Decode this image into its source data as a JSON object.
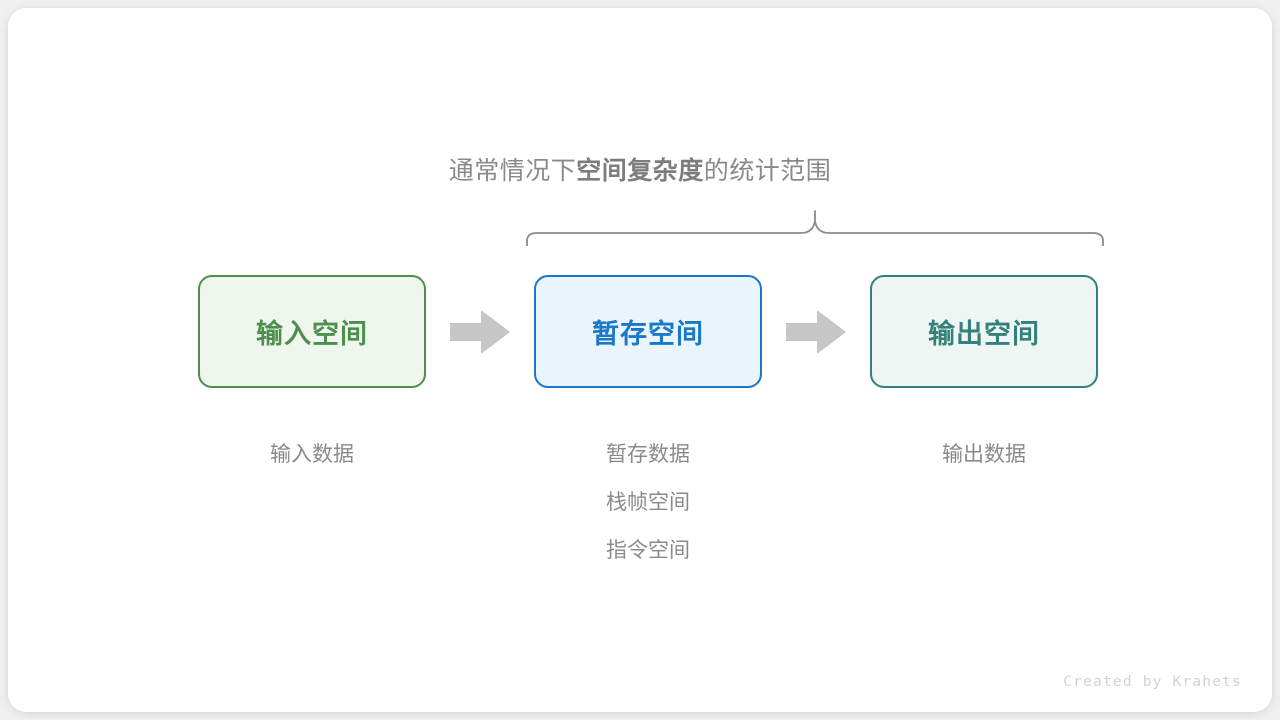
{
  "figure": {
    "brace_caption": {
      "prefix": "通常情况下",
      "emphasis": "空间复杂度",
      "suffix": "的统计范围"
    },
    "boxes": [
      {
        "id": "input",
        "label": "输入空间",
        "border_color": "#4f8f4e",
        "fill_color": "#eef6ee",
        "text_color": "#4f8f4e"
      },
      {
        "id": "temp",
        "label": "暂存空间",
        "border_color": "#1a78c8",
        "fill_color": "#eaf4fc",
        "text_color": "#1a78c8"
      },
      {
        "id": "output",
        "label": "输出空间",
        "border_color": "#35807a",
        "fill_color": "#eef6f4",
        "text_color": "#35807a"
      }
    ],
    "arrows": [
      {
        "id": "arrow-1",
        "direction": "right",
        "color": "#c6c6c6"
      },
      {
        "id": "arrow-2",
        "direction": "right",
        "color": "#c6c6c6"
      }
    ],
    "captions": {
      "input": [
        "输入数据"
      ],
      "temp": [
        "暂存数据",
        "栈帧空间",
        "指令空间"
      ],
      "output": [
        "输出数据"
      ]
    },
    "brace": {
      "color": "#8a8a8a",
      "orientation": "down"
    },
    "footer": "Created by Krahets",
    "background_color": "#ffffff",
    "caption_color": "#8a8a8a"
  }
}
